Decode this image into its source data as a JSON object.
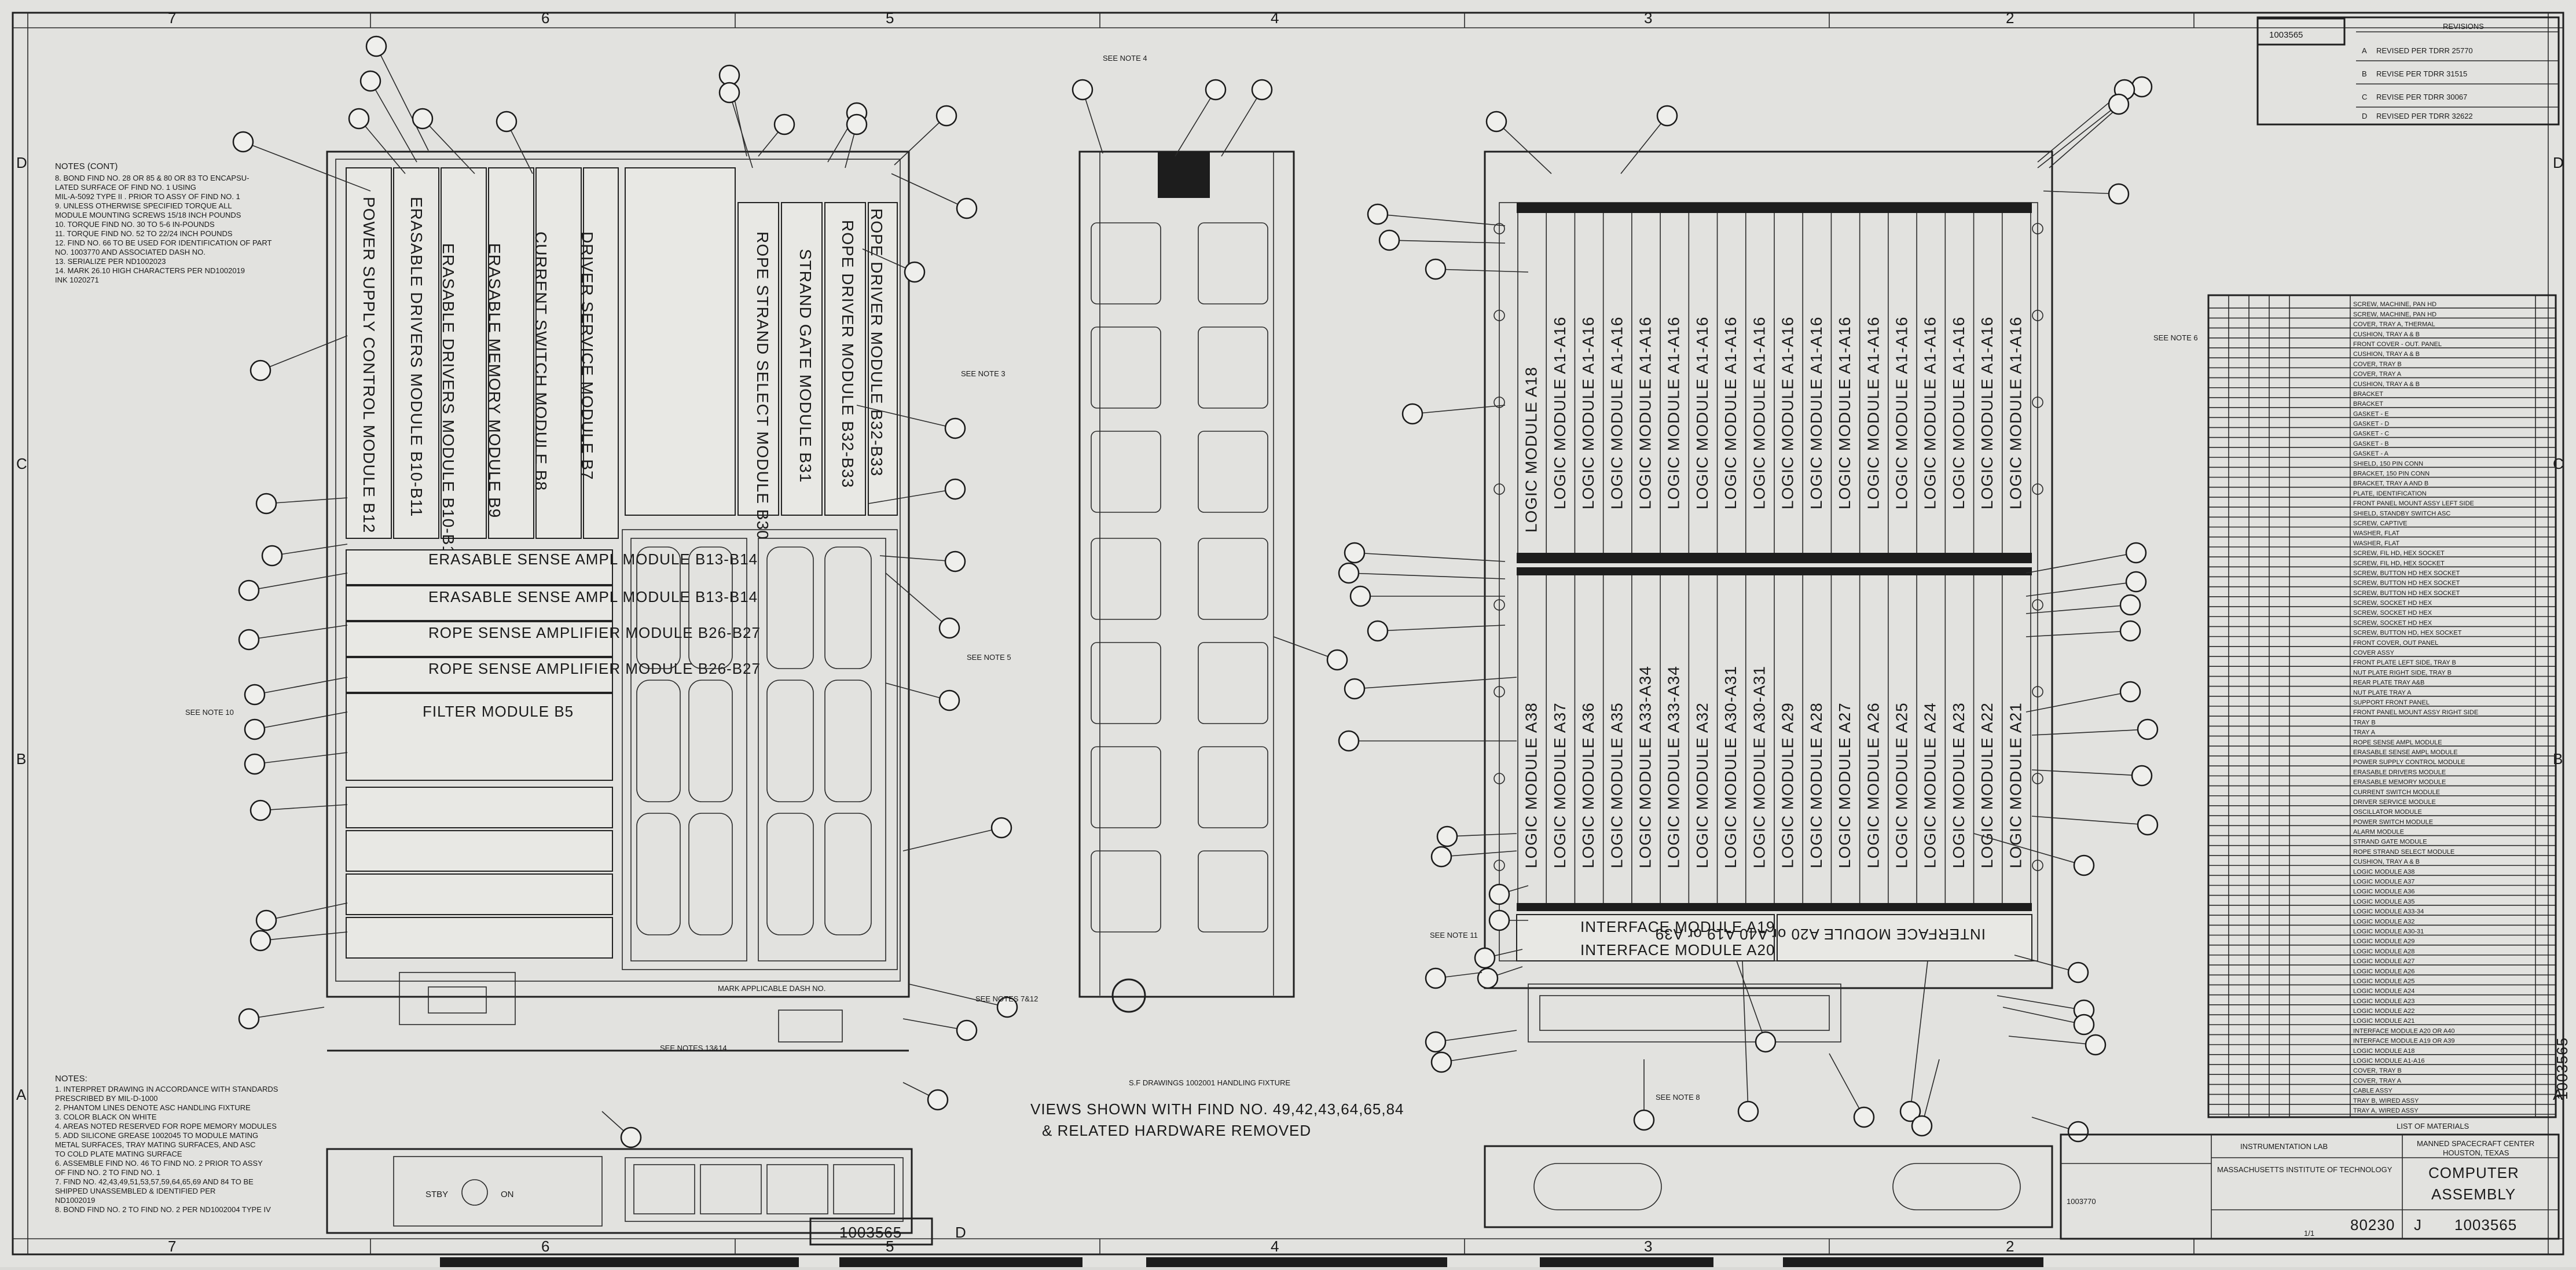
{
  "zones_top": [
    "7",
    "6",
    "5",
    "4",
    "3",
    "2"
  ],
  "zones_side": [
    "D",
    "C",
    "B",
    "A"
  ],
  "doc_number_box": "1003565",
  "doc_number_box_letter": "D",
  "top_corner_number": "1003565",
  "title_block": {
    "org": "MANNED SPACECRAFT CENTER",
    "location": "HOUSTON, TEXAS",
    "title_line1": "COMPUTER",
    "title_line2": "ASSEMBLY",
    "size": "J",
    "code": "80230",
    "dwg_no": "1003565",
    "lab": "INSTRUMENTATION LAB",
    "lab_sub": "MASSACHUSETTS INSTITUTE OF TECHNOLOGY",
    "next_assy": "1003770",
    "scale": "1/1"
  },
  "bottom_caption_line1": "VIEWS SHOWN WITH FIND NO. 49,42,43,64,65,84",
  "bottom_caption_line2": "& RELATED HARDWARE REMOVED",
  "mark_applicable": "MARK APPLICABLE DASH NO.",
  "see_notes": [
    "SEE NOTE 4",
    "SEE NOTE 3",
    "SEE NOTE 5",
    "SEE NOTE 10",
    "SEE NOTE 11",
    "SEE NOTES 7&12",
    "SEE NOTES 13&14",
    "SEE NOTE 8",
    "SEE NOTE 6"
  ],
  "handling_note": "S.F DRAWINGS 1002001 HANDLING FIXTURE",
  "notes_cont_title": "NOTES (CONT)",
  "notes_cont": [
    "8. BOND FIND NO. 28 OR 85 & 80 OR 83 TO ENCAPSU-",
    "   LATED SURFACE OF FIND NO. 1 USING",
    "   MIL-A-5092 TYPE II . PRIOR TO ASSY OF FIND NO. 1",
    "9. UNLESS OTHERWISE SPECIFIED TORQUE ALL",
    "   MODULE MOUNTING SCREWS 15/18 INCH POUNDS",
    "10. TORQUE FIND NO. 30 TO 5-6 IN-POUNDS",
    "11. TORQUE FIND NO. 52 TO 22/24 INCH POUNDS",
    "12. FIND NO. 66 TO BE USED FOR IDENTIFICATION OF PART",
    "   NO. 1003770 AND ASSOCIATED DASH NO.",
    "13. SERIALIZE PER ND1002023",
    "14. MARK 26.10 HIGH CHARACTERS PER ND1002019",
    "   INK 1020271"
  ],
  "notes_title": "NOTES:",
  "notes": [
    "1. INTERPRET DRAWING IN ACCORDANCE WITH STANDARDS",
    "   PRESCRIBED BY MIL-D-1000",
    "2. PHANTOM LINES DENOTE ASC HANDLING FIXTURE",
    "3. COLOR BLACK ON WHITE",
    "4. AREAS NOTED RESERVED FOR ROPE MEMORY MODULES",
    "5. ADD SILICONE GREASE 1002045 TO MODULE MATING",
    "   METAL SURFACES, TRAY MATING SURFACES, AND ASC",
    "   TO COLD PLATE MATING SURFACE",
    "6. ASSEMBLE FIND NO. 46 TO FIND NO. 2 PRIOR TO ASSY",
    "   OF FIND NO. 2 TO FIND NO. 1",
    "7. FIND NO. 42,43,49,51,53,57,59,64,65,69 AND 84 TO BE",
    "   SHIPPED UNASSEMBLED & IDENTIFIED PER",
    "   ND1002019",
    "8. BOND FIND NO. 2 TO FIND NO. 2 PER ND1002004 TYPE IV"
  ],
  "left_modules_vertical": [
    "POWER SUPPLY CONTROL MODULE B12",
    "ERASABLE DRIVERS MODULE B10-B11",
    "ERASABLE DRIVERS MODULE B10-B11",
    "ERASABLE MEMORY MODULE B9",
    "CURRENT SWITCH MODULE B8",
    "DRIVER SERVICE MODULE B7"
  ],
  "rope_modules_vertical": [
    "ROPE STRAND SELECT MODULE B30",
    "STRAND GATE MODULE B31",
    "ROPE DRIVER MODULE B32-B33",
    "ROPE DRIVER MODULE B32-B33"
  ],
  "left_modules_horizontal": [
    "ERASABLE SENSE AMPL MODULE B13-B14",
    "ERASABLE SENSE AMPL MODULE B13-B14",
    "ROPE SENSE AMPLIFIER MODULE B26-B27",
    "ROPE SENSE AMPLIFIER MODULE B26-B27",
    "FILTER MODULE B5"
  ],
  "logic_top_label_first": "LOGIC MODULE A18",
  "logic_top_label_rest": "LOGIC MODULE A1-A16",
  "logic_bottom_labels": [
    "LOGIC MODULE A38",
    "LOGIC MODULE A37",
    "LOGIC MODULE A36",
    "LOGIC MODULE A35",
    "LOGIC MODULE A33-A34",
    "LOGIC MODULE A33-A34",
    "LOGIC MODULE A32",
    "LOGIC MODULE A30-A31",
    "LOGIC MODULE A30-A31",
    "LOGIC MODULE A29",
    "LOGIC MODULE A28",
    "LOGIC MODULE A27",
    "LOGIC MODULE A26",
    "LOGIC MODULE A25",
    "LOGIC MODULE A24",
    "LOGIC MODULE A23",
    "LOGIC MODULE A22",
    "LOGIC MODULE A21"
  ],
  "interface_modules": [
    "INTERFACE MODULE A19 or A39",
    "INTERFACE MODULE A20 or A40"
  ],
  "interface_modules_inverted": "INTERFACE MODULE A20 or A40 A19 or A39",
  "front_panel": {
    "stby": "STBY",
    "on": "ON"
  },
  "parts_list_title": "LIST OF MATERIALS",
  "parts_list_rows": [
    "SCREW, MACHINE, PAN HD",
    "SCREW, MACHINE, PAN HD",
    "COVER, TRAY A, THERMAL",
    "CUSHION, TRAY A & B",
    "FRONT COVER - OUT. PANEL",
    "CUSHION, TRAY A & B",
    "COVER, TRAY B",
    "COVER, TRAY A",
    "CUSHION, TRAY A & B",
    "BRACKET",
    "BRACKET",
    "GASKET - E",
    "GASKET - D",
    "GASKET - C",
    "GASKET - B",
    "GASKET - A",
    "SHIELD, 150 PIN CONN",
    "BRACKET, 150 PIN CONN",
    "BRACKET, TRAY A AND B",
    "PLATE, IDENTIFICATION",
    "FRONT PANEL MOUNT ASSY LEFT SIDE",
    "SHIELD, STANDBY SWITCH ASC",
    "SCREW, CAPTIVE",
    "WASHER, FLAT",
    "WASHER, FLAT",
    "SCREW, FIL HD, HEX SOCKET",
    "SCREW, FIL HD, HEX SOCKET",
    "SCREW, BUTTON HD HEX SOCKET",
    "SCREW, BUTTON HD HEX SOCKET",
    "SCREW, BUTTON HD HEX SOCKET",
    "SCREW, SOCKET HD HEX",
    "SCREW, SOCKET HD HEX",
    "SCREW, SOCKET HD HEX",
    "SCREW, BUTTON HD, HEX SOCKET",
    "FRONT COVER, OUT PANEL",
    "COVER ASSY",
    "FRONT PLATE LEFT SIDE, TRAY B",
    "NUT PLATE RIGHT SIDE, TRAY B",
    "REAR PLATE TRAY A&B",
    "NUT PLATE TRAY A",
    "SUPPORT FRONT PANEL",
    "FRONT PANEL MOUNT ASSY RIGHT SIDE",
    "TRAY B",
    "TRAY A",
    "ROPE SENSE AMPL MODULE",
    "ERASABLE SENSE AMPL MODULE",
    "POWER SUPPLY CONTROL MODULE",
    "ERASABLE DRIVERS MODULE",
    "ERASABLE MEMORY MODULE",
    "CURRENT SWITCH MODULE",
    "DRIVER SERVICE MODULE",
    "OSCILLATOR MODULE",
    "POWER SWITCH MODULE",
    "ALARM MODULE",
    "STRAND GATE MODULE",
    "ROPE STRAND SELECT MODULE",
    "CUSHION, TRAY A & B",
    "LOGIC MODULE A38",
    "LOGIC MODULE A37",
    "LOGIC MODULE A36",
    "LOGIC MODULE A35",
    "LOGIC MODULE A33-34",
    "LOGIC MODULE A32",
    "LOGIC MODULE A30-31",
    "LOGIC MODULE A29",
    "LOGIC MODULE A28",
    "LOGIC MODULE A27",
    "LOGIC MODULE A26",
    "LOGIC MODULE A25",
    "LOGIC MODULE A24",
    "LOGIC MODULE A23",
    "LOGIC MODULE A22",
    "LOGIC MODULE A21",
    "INTERFACE MODULE A20 OR A40",
    "INTERFACE MODULE A19 OR A39",
    "LOGIC MODULE A18",
    "LOGIC MODULE A1-A16",
    "COVER, TRAY B",
    "COVER, TRAY A",
    "CABLE ASSY",
    "TRAY B, WIRED ASSY",
    "TRAY A, WIRED ASSY"
  ],
  "revisions_title": "REVISIONS",
  "revisions": [
    {
      "ltr": "A",
      "text": "REVISED PER TDRR 25770"
    },
    {
      "ltr": "B",
      "text": "REVISE PER TDRR 31515"
    },
    {
      "ltr": "C",
      "text": "REVISE PER TDRR 30067"
    },
    {
      "ltr": "D",
      "text": "REVISED PER TDRR 32622"
    }
  ],
  "colors": {
    "paper": "#e2e2df",
    "ink": "#1a1a1a",
    "background": "#d9d9d6"
  }
}
